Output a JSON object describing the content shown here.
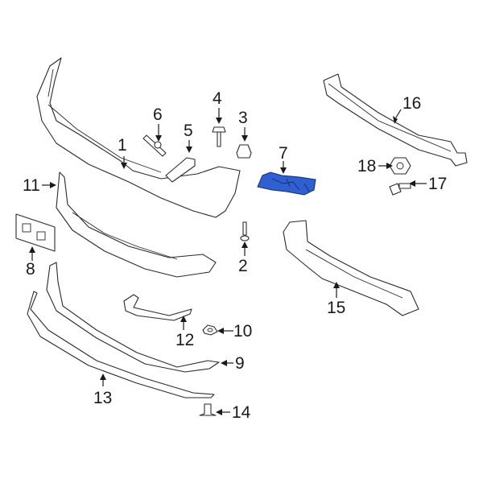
{
  "diagram": {
    "type": "exploded parts diagram",
    "subject": "front bumper assembly",
    "highlight_color": "#2f5fd0",
    "highlighted_part": "7",
    "parts": [
      {
        "id": "p1",
        "callout": "1"
      },
      {
        "id": "p2",
        "callout": "2"
      },
      {
        "id": "p3",
        "callout": "3"
      },
      {
        "id": "p4",
        "callout": "4"
      },
      {
        "id": "p5",
        "callout": "5"
      },
      {
        "id": "p6",
        "callout": "6"
      },
      {
        "id": "p7",
        "callout": "7"
      },
      {
        "id": "p8",
        "callout": "8"
      },
      {
        "id": "p9",
        "callout": "9"
      },
      {
        "id": "p10",
        "callout": "10"
      },
      {
        "id": "p11",
        "callout": "11"
      },
      {
        "id": "p12",
        "callout": "12"
      },
      {
        "id": "p13",
        "callout": "13"
      },
      {
        "id": "p14",
        "callout": "14"
      },
      {
        "id": "p15",
        "callout": "15"
      },
      {
        "id": "p16",
        "callout": "16"
      },
      {
        "id": "p17",
        "callout": "17"
      },
      {
        "id": "p18",
        "callout": "18"
      }
    ]
  }
}
